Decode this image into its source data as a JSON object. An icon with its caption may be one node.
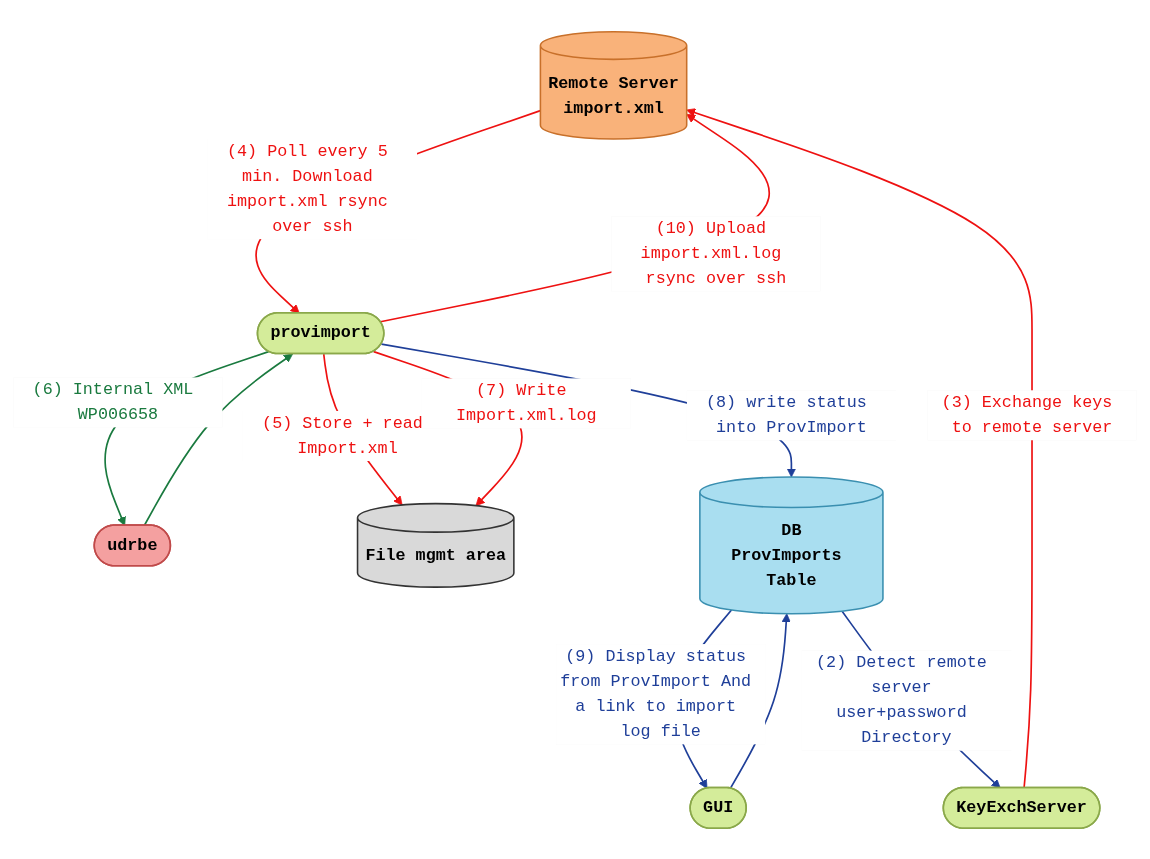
{
  "diagram": {
    "nodes": [
      {
        "text": [
          "Remote Server",
          "import.xml"
        ]
      },
      {
        "text": [
          "KeyExchServer"
        ]
      },
      {
        "text": [
          "udrbe"
        ]
      },
      {
        "text": [
          "GUI"
        ]
      },
      {
        "text": [
          "provimport"
        ]
      },
      {
        "text": [
          "File mgmt area"
        ]
      },
      {
        "text": [
          "DB",
          "ProvImports Table"
        ]
      }
    ],
    "edges": [
      {
        "from": 1,
        "to": 0,
        "arrow": "to",
        "label": "(3) Exchange keys to remote server"
      },
      {
        "from": 6,
        "to": 1,
        "arrow": "to",
        "label": "(2) Detect remote server user+password Directory",
        "color": "#1f3f99"
      },
      {
        "from": 4,
        "to": 0,
        "arrow": "to",
        "label": "(10) Upload import.xml.log rsync over ssh"
      },
      {
        "from": 0,
        "to": 4,
        "arrow": "to",
        "label": "(4) Poll every 5 min. Download import.xml rsync over ssh"
      },
      {
        "from": 4,
        "to": 2,
        "arrow": "to",
        "label": "(6) Internal XML WP006658",
        "color": "#1a7a3f"
      },
      {
        "from": 2,
        "to": 4,
        "arrow": "to",
        "color": "#1a7a3f"
      },
      {
        "from": 4,
        "to": 5,
        "arrow": "to",
        "label": "(5) Store + read Import.xml"
      },
      {
        "from": 4,
        "to": 5,
        "arrow": "to",
        "label": "(7) Write Import.xml.log"
      },
      {
        "from": 4,
        "to": 6,
        "arrow": "to",
        "label": "(8) write status into ProvImport",
        "color": "#1f3f99"
      },
      {
        "from": 6,
        "to": 3,
        "arrow": "to",
        "label": "(9) Display status from ProvImport And a link to import log file",
        "color": "#1f3f99"
      },
      {
        "from": 3,
        "to": 6,
        "arrow": "to",
        "color": "#1f3f99"
      }
    ]
  }
}
